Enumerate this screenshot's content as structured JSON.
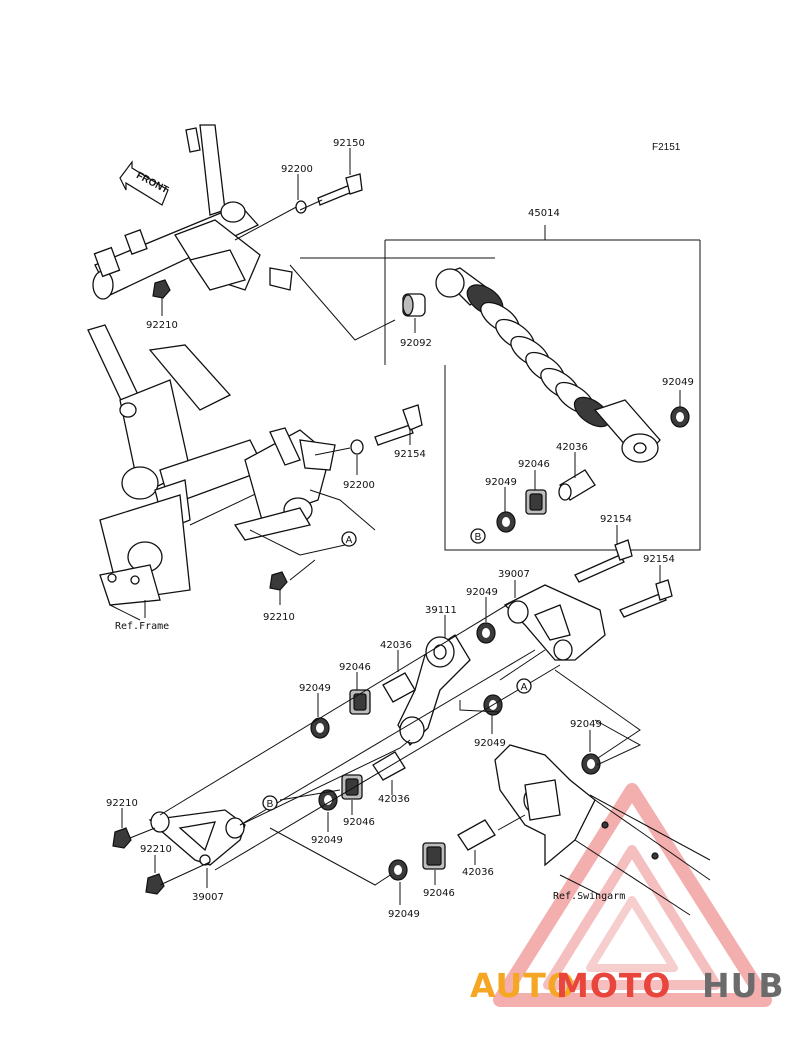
{
  "diagram": {
    "code": "F2151",
    "front_label": "FRONT",
    "ref_frame": "Ref.Frame",
    "ref_swingarm": "Ref.Swingarm",
    "markers": {
      "a1": "A",
      "a2": "A",
      "b1": "B",
      "b2": "B"
    },
    "parts": {
      "p92150": "92150",
      "p92200a": "92200",
      "p45014": "45014",
      "p92210a": "92210",
      "p92092": "92092",
      "p92049a": "92049",
      "p92154a": "92154",
      "p92200b": "92200",
      "p42036a": "42036",
      "p92046a": "92046",
      "p92049b": "92049",
      "p92154b": "92154",
      "p92154c": "92154",
      "p39007a": "39007",
      "p92210b": "92210",
      "p39111": "39111",
      "p92049c": "92049",
      "p42036b": "42036",
      "p92046b": "92046",
      "p92049d": "92049",
      "p92049e": "92049",
      "p92049f": "92049",
      "p42036c": "42036",
      "p92210c": "92210",
      "p92046c": "92046",
      "p92049g": "92049",
      "p92210d": "92210",
      "p39007b": "39007",
      "p42036d": "42036",
      "p92046d": "92046",
      "p92049h": "92049"
    }
  },
  "watermark": {
    "word1": "AUTO",
    "word2": "MOTO",
    "word3": "HUB"
  },
  "colors": {
    "brand_orange": "#f5a623",
    "brand_red": "#e8453c",
    "brand_grey": "#6b6b6b",
    "ink": "#111111"
  }
}
